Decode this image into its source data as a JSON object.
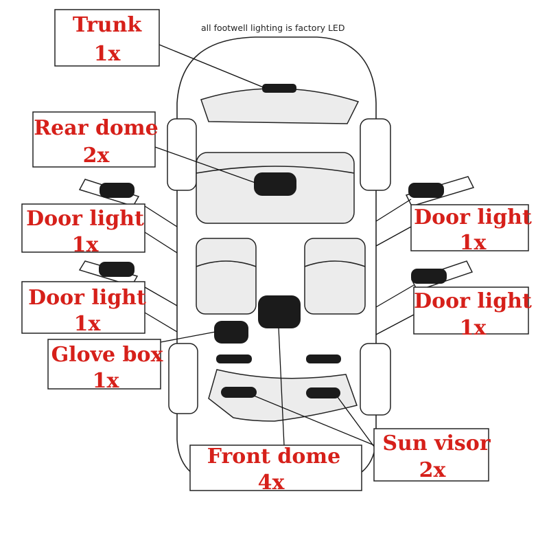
{
  "note": "all footwell lighting is factory LED",
  "colors": {
    "label": "#d6201a",
    "line": "#222222",
    "panel": "#ececec",
    "lamp": "#1b1b1b"
  },
  "labels": {
    "trunk": {
      "name": "Trunk",
      "count": "1x"
    },
    "rear_dome": {
      "name": "Rear dome",
      "count": "2x"
    },
    "door_rear_left": {
      "name": "Door light",
      "count": "1x"
    },
    "door_rear_right": {
      "name": "Door light",
      "count": "1x"
    },
    "door_front_left": {
      "name": "Door light",
      "count": "1x"
    },
    "door_front_right": {
      "name": "Door light",
      "count": "1x"
    },
    "glove_box": {
      "name": "Glove box",
      "count": "1x"
    },
    "front_dome": {
      "name": "Front dome",
      "count": "4x"
    },
    "sun_visor": {
      "name": "Sun visor",
      "count": "2x"
    }
  }
}
